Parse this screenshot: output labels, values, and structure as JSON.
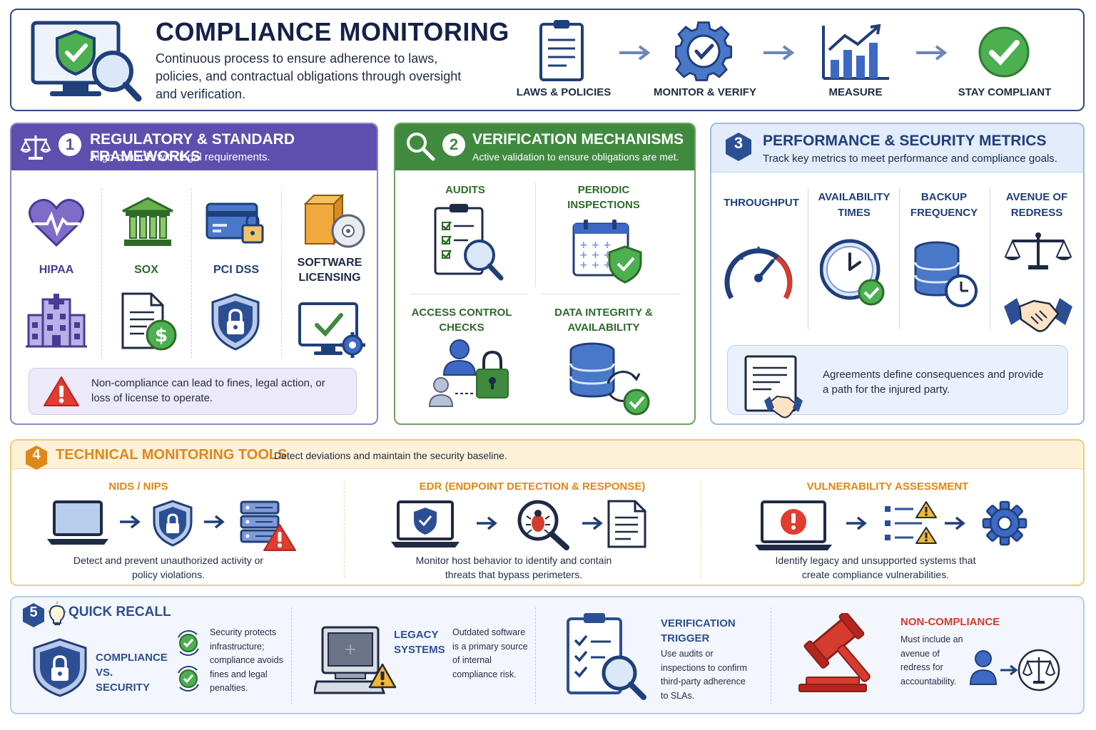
{
  "header": {
    "title": "COMPLIANCE MONITORING",
    "subtitle": "Continuous process to ensure adherence to laws, policies, and contractual obligations through oversight and verification.",
    "flow": [
      "LAWS & POLICIES",
      "MONITOR & VERIFY",
      "MEASURE",
      "STAY COMPLIANT"
    ]
  },
  "sections": {
    "frameworks": {
      "number": "1",
      "title": "REGULATORY & STANDARD FRAMEWORKS",
      "subtitle": "Align controls with legal requirements.",
      "items": [
        "HIPAA",
        "SOX",
        "PCI DSS",
        "SOFTWARE LICENSING"
      ],
      "warning": "Non-compliance can lead to fines, legal action, or loss of license to operate."
    },
    "verification": {
      "number": "2",
      "title": "VERIFICATION MECHANISMS",
      "subtitle": "Active validation to ensure obligations are met.",
      "items": [
        "AUDITS",
        "PERIODIC INSPECTIONS",
        "ACCESS CONTROL CHECKS",
        "DATA INTEGRITY & AVAILABILITY"
      ]
    },
    "metrics": {
      "number": "3",
      "title": "PERFORMANCE & SECURITY METRICS",
      "subtitle": "Track key metrics to meet performance and compliance goals.",
      "items": [
        "THROUGHPUT",
        "AVAILABILITY TIMES",
        "BACKUP FREQUENCY",
        "AVENUE OF REDRESS"
      ],
      "agreement": "Agreements define consequences and provide a path for the injured party."
    },
    "tools": {
      "number": "4",
      "title": "TECHNICAL MONITORING TOOLS",
      "subtitle": "Detect deviations and maintain the security baseline.",
      "items": [
        {
          "title": "NIDS / NIPS",
          "desc": "Detect and prevent unauthorized activity or policy violations."
        },
        {
          "title": "EDR (ENDPOINT DETECTION & RESPONSE)",
          "desc": "Monitor host behavior to identify and contain threats that bypass perimeters."
        },
        {
          "title": "VULNERABILITY ASSESSMENT",
          "desc": "Identify legacy and unsupported systems that create compliance vulnerabilities."
        }
      ]
    },
    "recall": {
      "number": "5",
      "title": "QUICK RECALL",
      "items": [
        {
          "title": "COMPLIANCE VS. SECURITY",
          "desc": "Security protects infrastructure; compliance avoids fines and legal penalties."
        },
        {
          "title": "LEGACY SYSTEMS",
          "desc": "Outdated software is a primary source of internal compliance risk."
        },
        {
          "title": "VERIFICATION TRIGGER",
          "desc": "Use audits or inspections to confirm third-party adherence to SLAs."
        },
        {
          "title": "NON-COMPLIANCE",
          "desc": "Must include an avenue of redress for accountability."
        }
      ]
    }
  },
  "colors": {
    "navy": "#1f3f7a",
    "purple": "#5e4fae",
    "green": "#3f8a3f",
    "blue": "#3d68c4",
    "orange": "#e0871a",
    "red": "#d63b2f"
  }
}
